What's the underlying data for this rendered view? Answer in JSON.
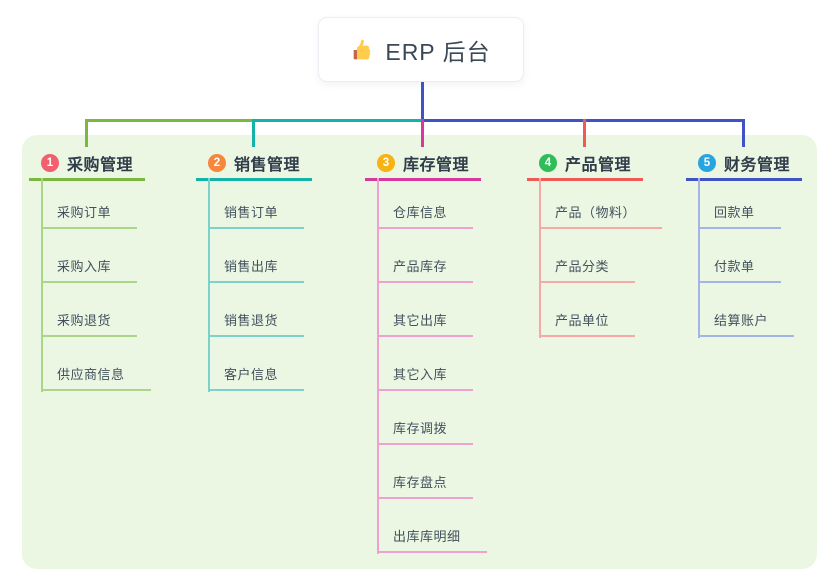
{
  "root": {
    "title": "ERP 后台",
    "icon": "thumbs-up",
    "connector_color": "#4053c4"
  },
  "panel": {
    "background": "#ebf6e3"
  },
  "branches": [
    {
      "badge": "1",
      "title": "采购管理",
      "badge_color": "#f25f6e",
      "line_color": "#7ab83e",
      "child_line_color": "#abd689",
      "children": [
        "采购订单",
        "采购入库",
        "采购退货",
        "供应商信息"
      ]
    },
    {
      "badge": "2",
      "title": "销售管理",
      "badge_color": "#f6873c",
      "line_color": "#13b3a9",
      "child_line_color": "#7cd2cb",
      "children": [
        "销售订单",
        "销售出库",
        "销售退货",
        "客户信息"
      ]
    },
    {
      "badge": "3",
      "title": "库存管理",
      "badge_color": "#f9b213",
      "line_color": "#d6399b",
      "child_line_color": "#f0a0d1",
      "children": [
        "仓库信息",
        "产品库存",
        "其它出库",
        "其它入库",
        "库存调拨",
        "库存盘点",
        "出库库明细"
      ]
    },
    {
      "badge": "4",
      "title": "产品管理",
      "badge_color": "#2ebd59",
      "line_color": "#ef5a56",
      "child_line_color": "#f6a9a5",
      "children": [
        "产品（物料）",
        "产品分类",
        "产品单位"
      ]
    },
    {
      "badge": "5",
      "title": "财务管理",
      "badge_color": "#28a5e0",
      "line_color": "#4053c4",
      "child_line_color": "#a3b5e8",
      "children": [
        "回款单",
        "付款单",
        "结算账户"
      ]
    }
  ]
}
